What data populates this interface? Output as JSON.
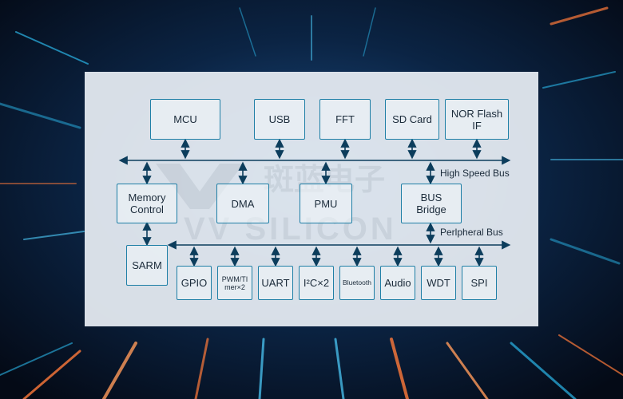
{
  "diagram": {
    "blocks": {
      "mcu": "MCU",
      "usb": "USB",
      "fft": "FFT",
      "sd_card": "SD Card",
      "nor_flash": "NOR Flash IF",
      "memory_control": "Memory\nControl",
      "dma": "DMA",
      "pmu": "PMU",
      "bus_bridge": "BUS\nBridge",
      "sarm": "SARM",
      "gpio": "GPIO",
      "pwm_timer": "PWM/TI\nmer×2",
      "uart": "UART",
      "i2c": "I²C×2",
      "bluetooth": "Bluetooth",
      "audio": "Audio",
      "wdt": "WDT",
      "spi": "SPI"
    },
    "buses": {
      "high_speed": "High Speed Bus",
      "peripheral": "Perlpheral Bus"
    }
  },
  "watermark": {
    "text_cn": "斑蓝电子",
    "text_en": "VV SILICON"
  },
  "colors": {
    "line": "#0c3d5c",
    "box_border": "#1f7fa6",
    "accent_cyan": "#2bb6e8",
    "accent_orange": "#ff7a3a"
  }
}
